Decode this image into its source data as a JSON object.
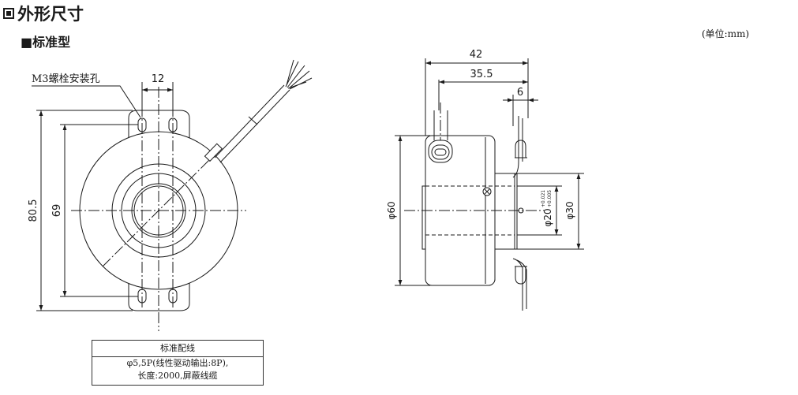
{
  "heading": "外形尺寸",
  "subheading": "■标准型",
  "unit_note": "(单位:mm)",
  "callouts": {
    "mount_hole": "M3螺栓安装孔"
  },
  "dimensions": {
    "front_hole_pitch": "12",
    "front_overall_height": "80.5",
    "front_hole_spacing": "69",
    "side_total_length": "42",
    "side_body_length": "35.5",
    "side_flange": "6",
    "side_body_dia": "φ60",
    "side_shaft_dia": "φ20",
    "side_shaft_tol_upper": "+0.021",
    "side_shaft_tol_lower": "+0.005",
    "side_flange_dia": "φ30"
  },
  "wiring_table": {
    "header": "标准配线",
    "line1": "φ5,5P(线性驱动输出:8P),",
    "line2": "长度:2000,屏蔽线缆"
  }
}
